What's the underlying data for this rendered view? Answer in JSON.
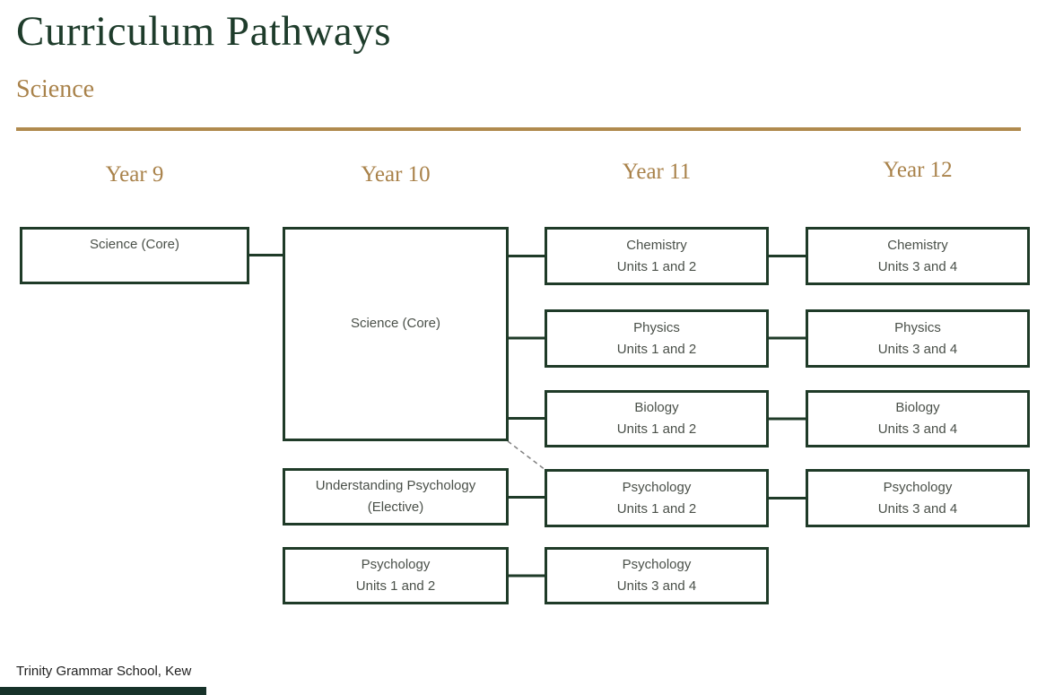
{
  "header": {
    "title": "Curriculum Pathways",
    "subtitle": "Science"
  },
  "columns": {
    "year9": "Year 9",
    "year10": "Year 10",
    "year11": "Year 11",
    "year12": "Year 12"
  },
  "boxes": {
    "y9_science": {
      "line1": "Science (Core)"
    },
    "y10_science": {
      "line1": "Science (Core)"
    },
    "y11_chem": {
      "line1": "Chemistry",
      "line2": "Units 1 and 2"
    },
    "y12_chem": {
      "line1": "Chemistry",
      "line2": "Units 3 and 4"
    },
    "y11_phys": {
      "line1": "Physics",
      "line2": "Units 1 and 2"
    },
    "y12_phys": {
      "line1": "Physics",
      "line2": "Units 3 and 4"
    },
    "y11_bio": {
      "line1": "Biology",
      "line2": "Units 1 and 2"
    },
    "y12_bio": {
      "line1": "Biology",
      "line2": "Units 3 and 4"
    },
    "y10_psych_elective": {
      "line1": "Understanding Psychology",
      "line2": "(Elective)"
    },
    "y11_psych": {
      "line1": "Psychology",
      "line2": "Units 1 and 2"
    },
    "y12_psych": {
      "line1": "Psychology",
      "line2": "Units 3 and 4"
    },
    "y10_psych12": {
      "line1": "Psychology",
      "line2": "Units 1 and 2"
    },
    "y11_psych34": {
      "line1": "Psychology",
      "line2": "Units 3 and 4"
    }
  },
  "edges": [
    {
      "from": "y9_science",
      "to": "y10_science",
      "style": "solid"
    },
    {
      "from": "y10_science",
      "to": "y11_chem",
      "style": "solid"
    },
    {
      "from": "y10_science",
      "to": "y11_phys",
      "style": "solid"
    },
    {
      "from": "y10_science",
      "to": "y11_bio",
      "style": "solid"
    },
    {
      "from": "y10_science",
      "to": "y11_psych",
      "style": "dashed"
    },
    {
      "from": "y10_psych_elective",
      "to": "y11_psych",
      "style": "solid"
    },
    {
      "from": "y11_chem",
      "to": "y12_chem",
      "style": "solid"
    },
    {
      "from": "y11_phys",
      "to": "y12_phys",
      "style": "solid"
    },
    {
      "from": "y11_bio",
      "to": "y12_bio",
      "style": "solid"
    },
    {
      "from": "y11_psych",
      "to": "y12_psych",
      "style": "solid"
    },
    {
      "from": "y10_psych12",
      "to": "y11_psych34",
      "style": "solid"
    }
  ],
  "footer": {
    "school": "Trinity Grammar School, Kew"
  },
  "colors": {
    "dark_green": "#1f3b28",
    "title_green": "#1e3c2b",
    "gold": "#a9824a",
    "divider_gold": "#b08a4e",
    "box_text": "#4a5049",
    "dashed_gray": "#808080",
    "footer_bar": "#17322a"
  }
}
